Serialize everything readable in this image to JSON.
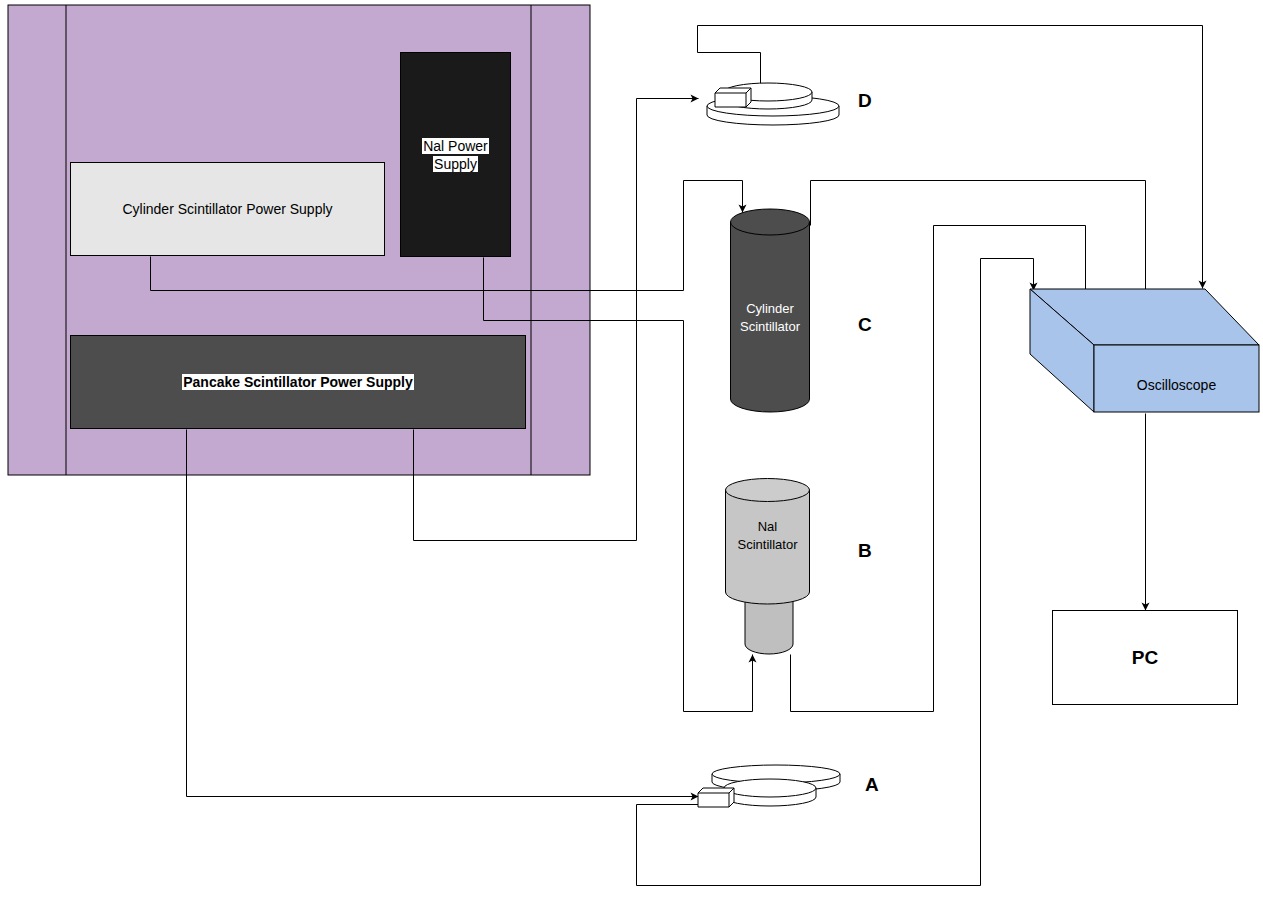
{
  "diagram": {
    "nodes": [
      {
        "text": [
          "Nal Power Supply"
        ]
      },
      {
        "text": [
          "Cylinder Scintillator Power Supply"
        ]
      },
      {
        "text": [
          "Pancake Scintillator Power Supply"
        ]
      },
      {
        "text": [
          "D"
        ]
      },
      {
        "text": [
          "Cylinder Scintillator",
          "C"
        ]
      },
      {
        "text": [
          "Nal Scintillator",
          "B"
        ]
      },
      {
        "text": [
          "A"
        ]
      },
      {
        "text": [
          "Oscilloscope"
        ]
      },
      {
        "text": [
          "PC"
        ]
      }
    ],
    "edges": [
      {
        "from": 1,
        "to": 4,
        "arrow": "to"
      },
      {
        "from": 0,
        "to": 5,
        "arrow": "to"
      },
      {
        "from": 2,
        "to": 3,
        "arrow": "to"
      },
      {
        "from": 2,
        "to": 6,
        "arrow": "to"
      },
      {
        "from": 3,
        "to": 7,
        "arrow": "to"
      },
      {
        "from": 4,
        "to": 7,
        "arrow": "to"
      },
      {
        "from": 5,
        "to": 7,
        "arrow": "to"
      },
      {
        "from": 6,
        "to": 7,
        "arrow": "to"
      },
      {
        "from": 7,
        "to": 8,
        "arrow": "to"
      }
    ]
  }
}
